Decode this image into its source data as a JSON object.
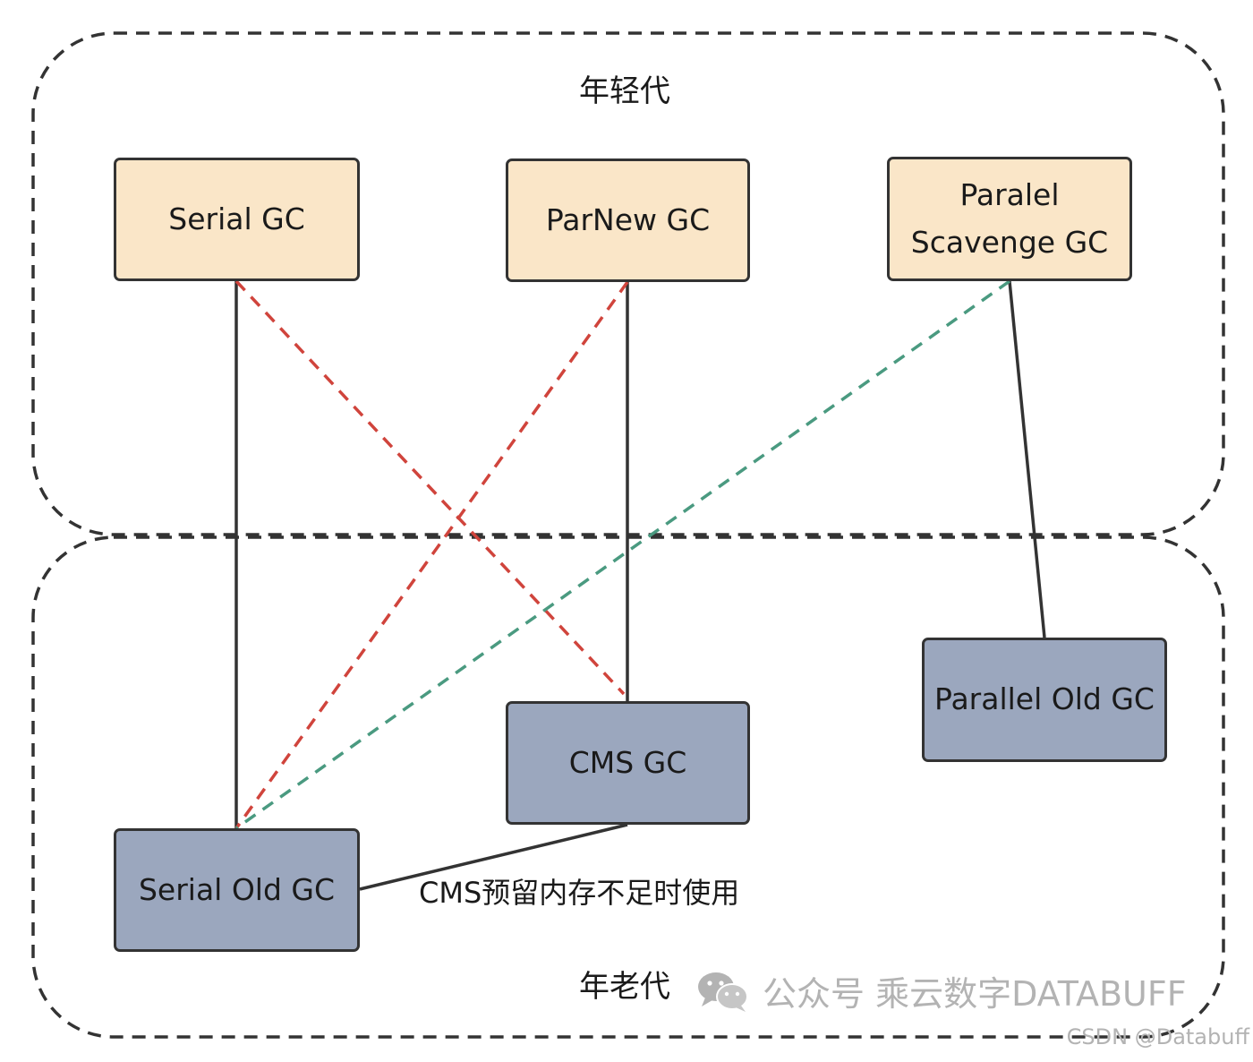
{
  "regions": {
    "young_generation": "年轻代",
    "old_generation": "年老代"
  },
  "collectors": {
    "young": [
      {
        "id": "serial",
        "label": "Serial GC"
      },
      {
        "id": "parnew",
        "label": "ParNew GC"
      },
      {
        "id": "parallel_scavenge",
        "label": "Paralel\nScavenge GC"
      }
    ],
    "old": [
      {
        "id": "serial_old",
        "label": "Serial Old GC"
      },
      {
        "id": "cms",
        "label": "CMS GC"
      },
      {
        "id": "parallel_old",
        "label": "Parallel Old GC"
      }
    ]
  },
  "edges": [
    {
      "from": "serial",
      "to": "serial_old",
      "style": "solid",
      "color": "#333333"
    },
    {
      "from": "serial",
      "to": "cms",
      "style": "dashed",
      "color": "#d0443c"
    },
    {
      "from": "parnew",
      "to": "cms",
      "style": "solid",
      "color": "#333333"
    },
    {
      "from": "parnew",
      "to": "serial_old",
      "style": "dashed",
      "color": "#d0443c"
    },
    {
      "from": "parallel_scavenge",
      "to": "serial_old",
      "style": "dashed",
      "color": "#4a9a80"
    },
    {
      "from": "parallel_scavenge",
      "to": "parallel_old",
      "style": "solid",
      "color": "#333333"
    },
    {
      "from": "cms",
      "to": "serial_old",
      "style": "solid",
      "color": "#333333",
      "label": "CMS预留内存不足时使用"
    }
  ],
  "colors": {
    "young_box": "#fae6c8",
    "old_box": "#9ba7be",
    "border": "#333333",
    "incompatible": "#d0443c",
    "alternate": "#4a9a80"
  },
  "watermark": {
    "main": "公众号 乘云数字DATABUFF",
    "icon": "wechat-icon",
    "csdn": "CSDN @Databuff"
  }
}
